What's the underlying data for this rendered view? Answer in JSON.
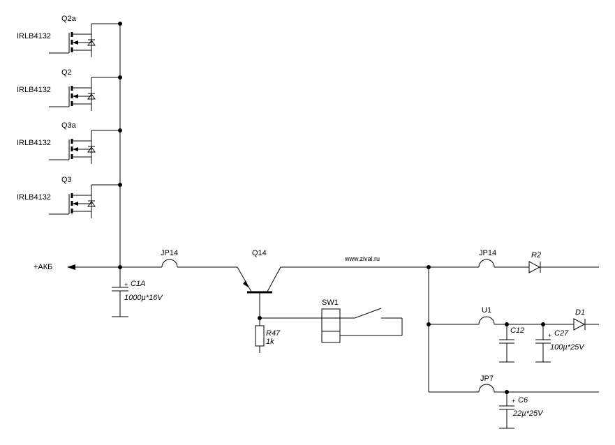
{
  "mosfets": [
    {
      "ref": "Q2a",
      "part": "IRLB4132"
    },
    {
      "ref": "Q2",
      "part": "IRLB4132"
    },
    {
      "ref": "Q3a",
      "part": "IRLB4132"
    },
    {
      "ref": "Q3",
      "part": "IRLB4132"
    }
  ],
  "labels": {
    "akb": "+АКБ",
    "jp14_left": "JP14",
    "q14": "Q14",
    "website": "www.zival.ru",
    "jp14_right": "JP14",
    "r2": "R2",
    "c1a": "C1A",
    "c1a_value": "1000µ*16V",
    "sw1": "SW1",
    "r47": "R47",
    "r47_value": "1k",
    "u1": "U1",
    "c12": "C12",
    "c27": "C27",
    "c27_value": "100µ*25V",
    "d1": "D1",
    "jp7": "JP7",
    "c6": "C6",
    "c6_value": "22µ*25V",
    "plus": "+"
  }
}
